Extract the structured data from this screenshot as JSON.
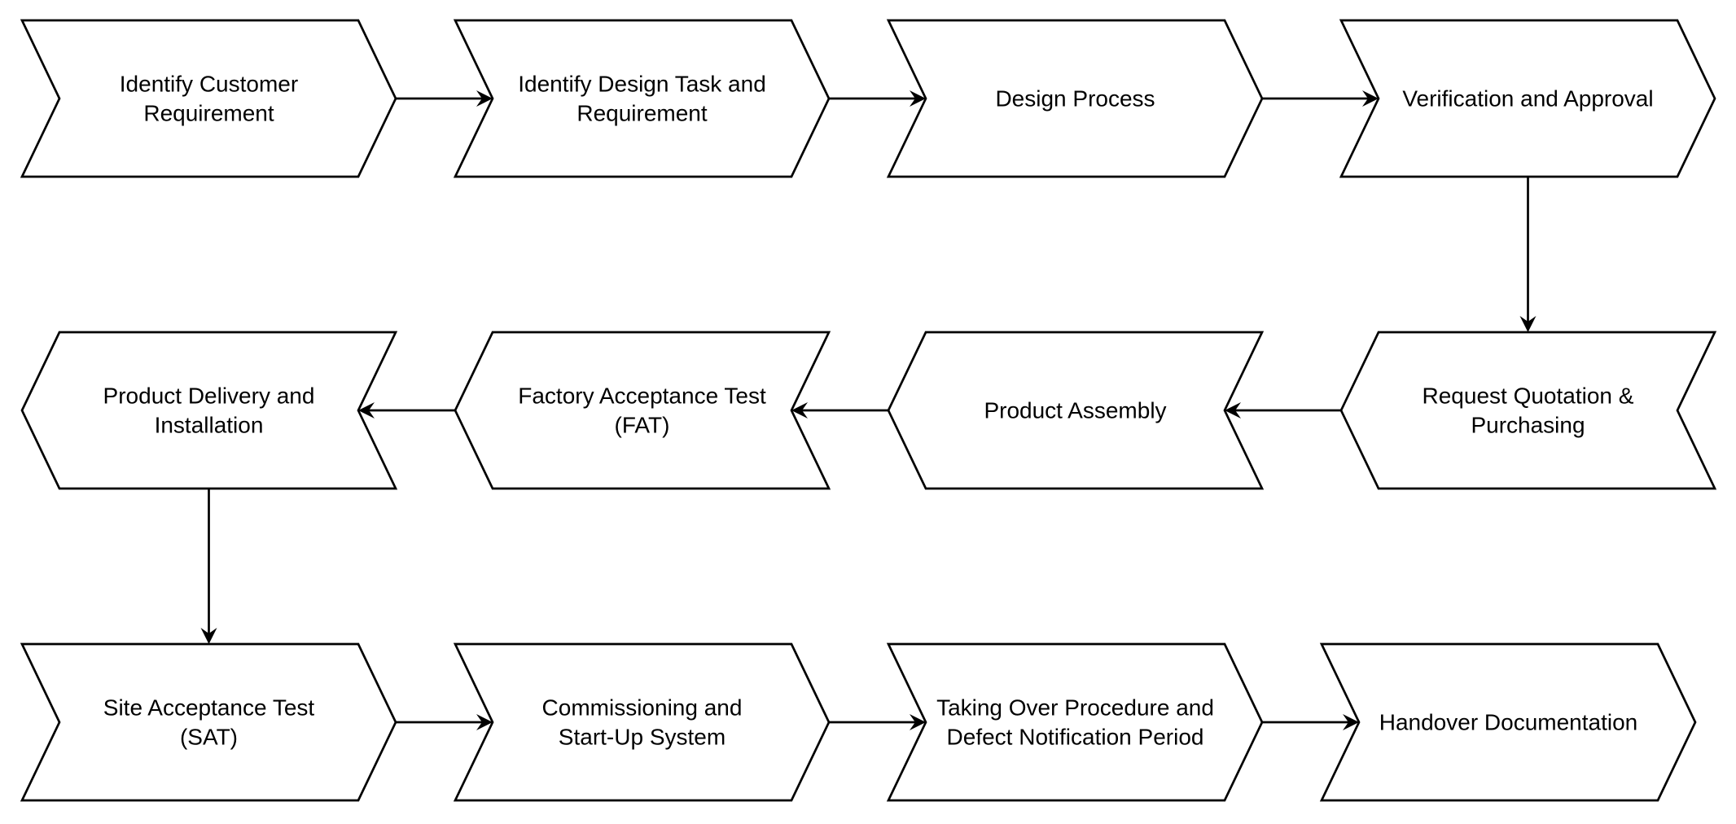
{
  "diagram": {
    "steps": [
      {
        "id": "identify-customer-requirement",
        "lines": [
          "Identify Customer",
          "Requirement"
        ],
        "direction": "right"
      },
      {
        "id": "identify-design-task",
        "lines": [
          "Identify Design Task and",
          "Requirement"
        ],
        "direction": "right"
      },
      {
        "id": "design-process",
        "lines": [
          "Design Process"
        ],
        "direction": "right"
      },
      {
        "id": "verification-approval",
        "lines": [
          "Verification and Approval"
        ],
        "direction": "right"
      },
      {
        "id": "request-quotation",
        "lines": [
          "Request Quotation &",
          "Purchasing"
        ],
        "direction": "left"
      },
      {
        "id": "product-assembly",
        "lines": [
          "Product Assembly"
        ],
        "direction": "left"
      },
      {
        "id": "factory-acceptance-test",
        "lines": [
          "Factory Acceptance Test",
          "(FAT)"
        ],
        "direction": "left"
      },
      {
        "id": "product-delivery",
        "lines": [
          "Product Delivery and",
          "Installation"
        ],
        "direction": "left"
      },
      {
        "id": "site-acceptance-test",
        "lines": [
          "Site Acceptance Test",
          "(SAT)"
        ],
        "direction": "right"
      },
      {
        "id": "commissioning",
        "lines": [
          "Commissioning and",
          "Start-Up System"
        ],
        "direction": "right"
      },
      {
        "id": "taking-over",
        "lines": [
          "Taking Over Procedure and",
          "Defect Notification Period"
        ],
        "direction": "right"
      },
      {
        "id": "handover-documentation",
        "lines": [
          "Handover Documentation"
        ],
        "direction": "right"
      }
    ],
    "connections": [
      {
        "from": "identify-customer-requirement",
        "to": "identify-design-task"
      },
      {
        "from": "identify-design-task",
        "to": "design-process"
      },
      {
        "from": "design-process",
        "to": "verification-approval"
      },
      {
        "from": "verification-approval",
        "to": "request-quotation"
      },
      {
        "from": "request-quotation",
        "to": "product-assembly"
      },
      {
        "from": "product-assembly",
        "to": "factory-acceptance-test"
      },
      {
        "from": "factory-acceptance-test",
        "to": "product-delivery"
      },
      {
        "from": "product-delivery",
        "to": "site-acceptance-test"
      },
      {
        "from": "site-acceptance-test",
        "to": "commissioning"
      },
      {
        "from": "commissioning",
        "to": "taking-over"
      },
      {
        "from": "taking-over",
        "to": "handover-documentation"
      }
    ],
    "colors": {
      "stroke": "#000000",
      "fill": "#ffffff",
      "text": "#000000"
    }
  }
}
